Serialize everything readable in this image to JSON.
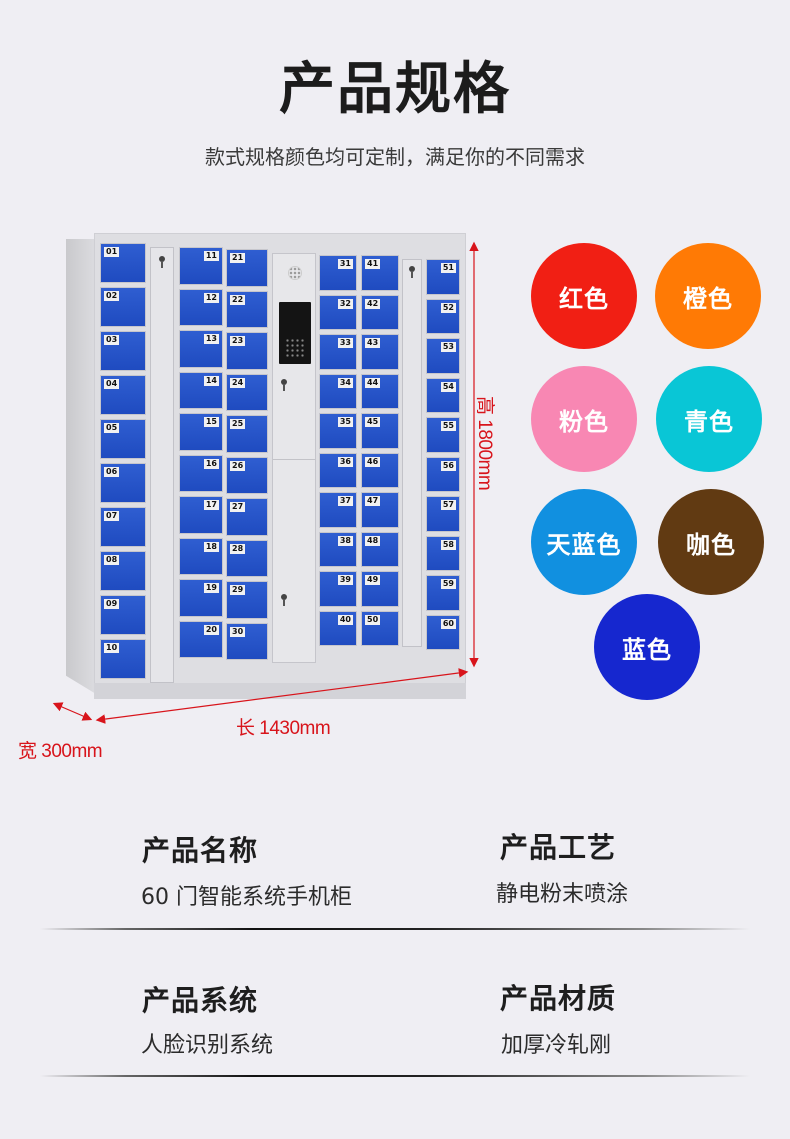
{
  "header": {
    "title": "产品规格",
    "subtitle": "款式规格颜色均可定制，满足你的不同需求"
  },
  "product_image": {
    "description": "60-door smart phone locker cabinet",
    "lockers": {
      "col1": [
        "01",
        "02",
        "03",
        "04",
        "05",
        "06",
        "07",
        "08",
        "09",
        "10"
      ],
      "col2": [
        "11",
        "12",
        "13",
        "14",
        "15",
        "16",
        "17",
        "18",
        "19",
        "20"
      ],
      "col3": [
        "21",
        "22",
        "23",
        "24",
        "25",
        "26",
        "27",
        "28",
        "29",
        "30"
      ],
      "col4": [
        "31",
        "32",
        "33",
        "34",
        "35",
        "36",
        "37",
        "38",
        "39",
        "40"
      ],
      "col5": [
        "41",
        "42",
        "43",
        "44",
        "45",
        "46",
        "47",
        "48",
        "49",
        "50"
      ],
      "col6": [
        "51",
        "52",
        "53",
        "54",
        "55",
        "56",
        "57",
        "58",
        "59",
        "60"
      ]
    },
    "locker_color": "#2552c6",
    "dimensions": {
      "height": "高 1800mm",
      "length": "长 1430mm",
      "width": "宽 300mm",
      "color": "#d8141b"
    }
  },
  "colors": [
    {
      "label": "红色",
      "hex": "#f11f14"
    },
    {
      "label": "橙色",
      "hex": "#ff7a05"
    },
    {
      "label": "粉色",
      "hex": "#f887b3"
    },
    {
      "label": "青色",
      "hex": "#09c6d6"
    },
    {
      "label": "天蓝色",
      "hex": "#1190e0"
    },
    {
      "label": "咖色",
      "hex": "#613a12"
    },
    {
      "label": "蓝色",
      "hex": "#1627cf"
    }
  ],
  "specs": [
    {
      "label": "产品名称",
      "value": "60 门智能系统手机柜"
    },
    {
      "label": "产品工艺",
      "value": "静电粉末喷涂"
    },
    {
      "label": "产品系统",
      "value": "人脸识别系统"
    },
    {
      "label": "产品材质",
      "value": "加厚冷轧刚"
    }
  ]
}
